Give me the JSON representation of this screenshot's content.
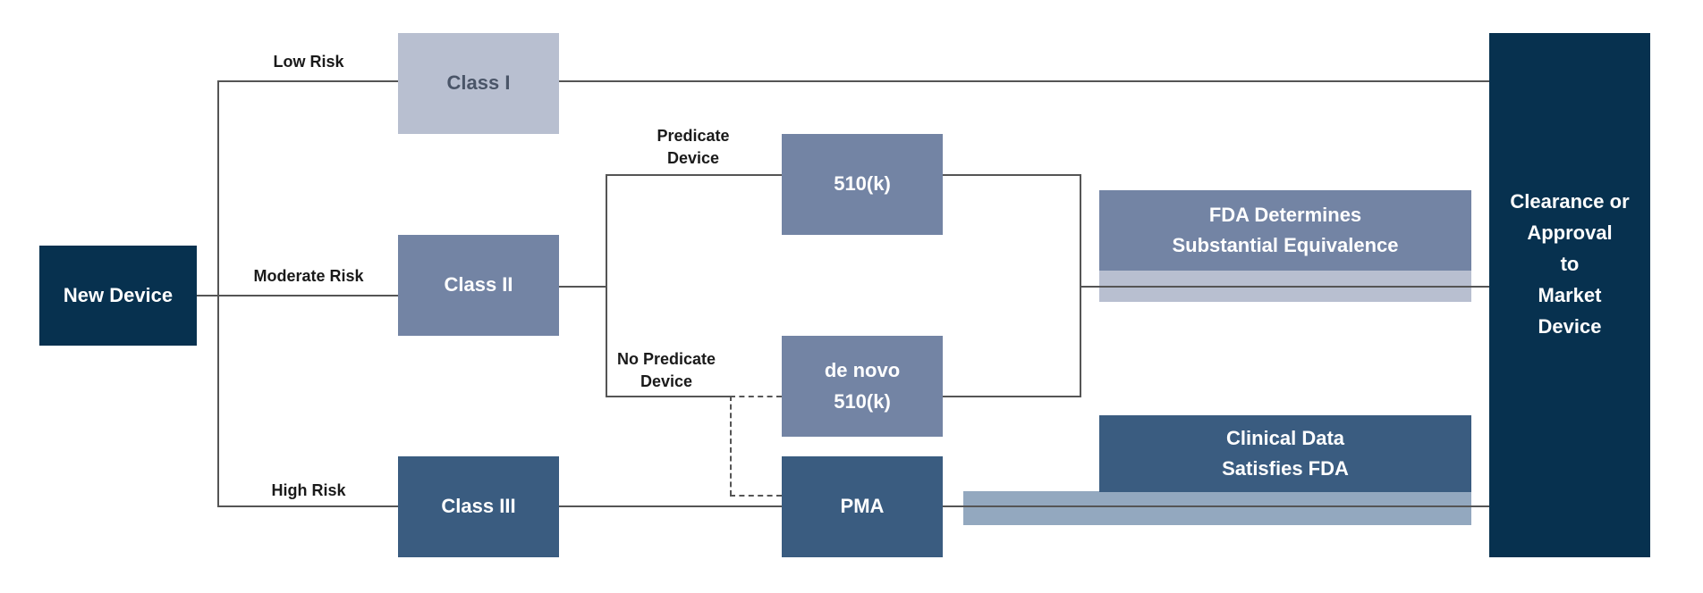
{
  "colors": {
    "dark_navy": "#07314f",
    "class_i": "#b8bfd0",
    "mid_slate": "#7384a4",
    "steel_blue": "#3a5c80",
    "pale_band": "#b8bfd0",
    "blue_band": "#93a8bf",
    "connector": "#555555"
  },
  "nodes": {
    "new_device": "New Device",
    "class_i": "Class I",
    "class_ii": "Class II",
    "class_iii": "Class III",
    "k510": "510(k)",
    "de_novo": {
      "line1": "de novo",
      "line2": "510(k)"
    },
    "pma": "PMA",
    "fda_determines": {
      "line1": "FDA Determines",
      "line2": "Substantial Equivalence"
    },
    "clinical_data": {
      "line1": "Clinical Data",
      "line2": "Satisfies FDA"
    },
    "clearance": {
      "line1": "Clearance or",
      "line2": "Approval",
      "line3": "to",
      "line4": "Market",
      "line5": "Device"
    }
  },
  "labels": {
    "low_risk": "Low Risk",
    "moderate_risk": "Moderate Risk",
    "high_risk": "High Risk",
    "predicate": {
      "line1": "Predicate",
      "line2": "Device"
    },
    "no_predicate": {
      "line1": "No Predicate",
      "line2": "Device"
    }
  }
}
